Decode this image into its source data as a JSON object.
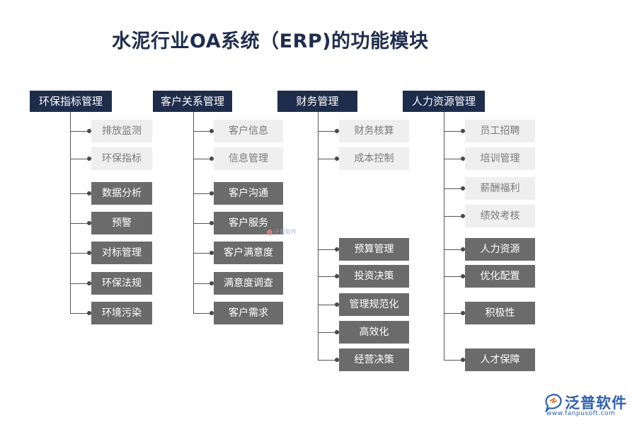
{
  "title": "水泥行业OA系统（ERP)的功能模块",
  "columns": [
    {
      "header": "环保指标管理",
      "items": [
        {
          "label": "排放监测",
          "style": "light"
        },
        {
          "label": "环保指标",
          "style": "light"
        },
        {
          "label": "数据分析",
          "style": "dark"
        },
        {
          "label": "预警",
          "style": "dark"
        },
        {
          "label": "对标管理",
          "style": "dark"
        },
        {
          "label": "环保法规",
          "style": "dark"
        },
        {
          "label": "环境污染",
          "style": "dark"
        }
      ]
    },
    {
      "header": "客户关系管理",
      "items": [
        {
          "label": "客户信息",
          "style": "light"
        },
        {
          "label": "信息管理",
          "style": "light"
        },
        {
          "label": "客户沟通",
          "style": "dark"
        },
        {
          "label": "客户服务",
          "style": "dark"
        },
        {
          "label": "客户满意度",
          "style": "dark"
        },
        {
          "label": "满意度调查",
          "style": "dark"
        },
        {
          "label": "客户需求",
          "style": "dark"
        }
      ]
    },
    {
      "header": "财务管理",
      "items": [
        {
          "label": "财务核算",
          "style": "light"
        },
        {
          "label": "成本控制",
          "style": "light"
        },
        {
          "label": "预算管理",
          "style": "dark"
        },
        {
          "label": "投资决策",
          "style": "dark"
        },
        {
          "label": "管理规范化",
          "style": "dark"
        },
        {
          "label": "高效化",
          "style": "dark"
        },
        {
          "label": "经营决策",
          "style": "dark"
        }
      ]
    },
    {
      "header": "人力资源管理",
      "items": [
        {
          "label": "员工招聘",
          "style": "light"
        },
        {
          "label": "培训管理",
          "style": "light"
        },
        {
          "label": "薪酬福利",
          "style": "light"
        },
        {
          "label": "绩效考核",
          "style": "light"
        },
        {
          "label": "人力资源",
          "style": "dark"
        },
        {
          "label": "优化配置",
          "style": "dark"
        },
        {
          "label": "积极性",
          "style": "dark"
        },
        {
          "label": "人才保障",
          "style": "dark"
        }
      ]
    }
  ],
  "watermark": "泛普软件",
  "logo": {
    "name": "泛普软件",
    "url": "www.fanpusoft.com"
  },
  "colors": {
    "header": "#1f2d4d",
    "dark_box": "#6b6b6b",
    "light_box": "#efefef",
    "logo": "#2f5fb0"
  }
}
